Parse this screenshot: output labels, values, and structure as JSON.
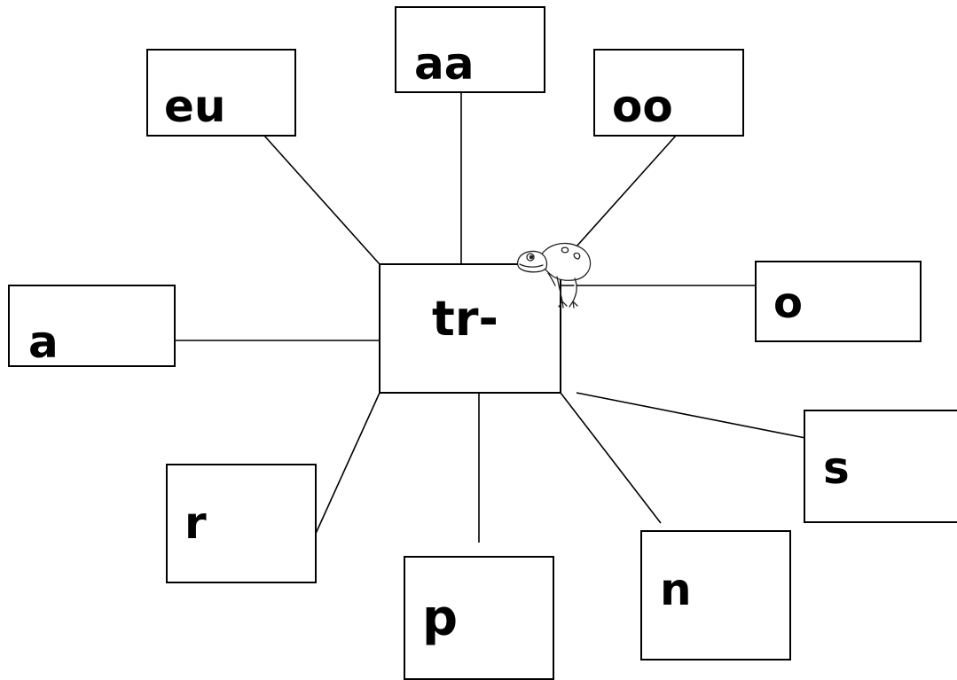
{
  "center": {
    "label": "tr-"
  },
  "nodes": [
    {
      "id": "eu",
      "label": "eu"
    },
    {
      "id": "aa",
      "label": "aa"
    },
    {
      "id": "oo",
      "label": "oo"
    },
    {
      "id": "o",
      "label": "o"
    },
    {
      "id": "a",
      "label": "a"
    },
    {
      "id": "s",
      "label": "s"
    },
    {
      "id": "r",
      "label": "r"
    },
    {
      "id": "p",
      "label": "p"
    },
    {
      "id": "n",
      "label": "n"
    }
  ],
  "decoration": {
    "icon": "frog-icon"
  }
}
